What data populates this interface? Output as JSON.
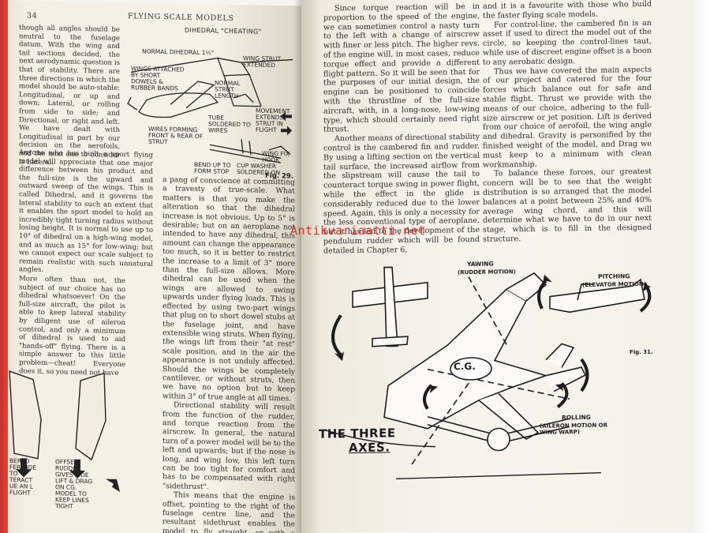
{
  "book": {
    "running_head": "FLYING SCALE MODELS",
    "page_number": "34"
  },
  "watermark": "Antikvariaatti.net",
  "left_page": {
    "col_a_top": "though all angles should be neutral to the fuselage datum. With the wing and tail sections decided, the next aerodynamic question is that of stability. There are three directions in which the model should be auto-stable: Longitudinal, or up and down; Lateral, or rolling from side to side; and Directional, or right and left. We have dealt with Longitudinal in part by our decision on the aerofoils, and the next one to consider is Lateral.",
    "col_a_mid": "Anyone who has built a sport flying model will appreciate that one major difference between his product and the full-size is the upward and outward sweep of the wings. This is called Dihedral, and it governs the lateral stability to such an extent that it enables the sport model to hold an incredibly tight turning radius without losing height. It is normal to use up to 10° of dihedral on a high-wing model, and as much as 15° for low-wing; but we cannot expect our scale subject to remain realistic with such unnatural angles.",
    "col_a_low": "More often than not, the subject of our choice has no dihedral whatsoever! On the full-size aircraft, the pilot is able to keep lateral stability by diligent use of aileron control, and only a minimum of dihedral is used to aid \"hands-off\" flying. There is a simple answer to this little problem—cheat! Everyone does it, so you need not have",
    "col_b": "a pang of conscience at committing a travesty of true-scale. What matters is that you make the alteration so that the dihedral increase is not obvious. Up to 5° is desirable; but on an aeroplane not intended to have any dihedral, this amount can change the appearance too much, so it is better to restrict the increase to a limit of 3° more than the full-size allows. More dihedral can be used when the wings are allowed to swing upwards under flying loads. This is effected by using two-part wings that plug on to short dowel stubs at the fuselage joint, and have extensible wing struts. When flying, the wings lift from their \"at rest\" scale position, and in the air the appearance is not unduly affected. Should the wings be completely cantilever, or without struts, then we have no option but to keep within 3° of true angle at all times.",
    "col_b_2": "Directional stability will result from the function of the rudder, and torque reaction from the airscrew. In general, the natural turn of a power model will be to the left and upwards; but if the nose is long, and wing low, this left turn can be too tight for comfort and has to be compensated with right \"sidethrust\".",
    "col_b_3": "This means that the engine is offset, pointing to the right of the fuselage centre line, and the resultant sidethrust enables the model to fly straight, or with a larger turn.",
    "fig29": {
      "title": "DIHEDRAL \"CHEATING\"",
      "label_normal": "NORMAL DIHEDRAL 1½°",
      "label_strut": "WING STRUT EXTENDED",
      "label_attached": "WINGS ATTACHED BY SHORT DOWELS & RUBBER BANDS",
      "label_normal_strut": "NORMAL STRUT LENGTH",
      "label_tube": "TUBE SOLDERED TO WIRES",
      "label_movement": "MOVEMENT EXTENDS STRUT IN FLIGHT",
      "label_wires": "WIRES FORMING FRONT & REAR OF STRUT",
      "label_bend": "BEND UP TO FORM STOP",
      "label_washer": "CUP WASHER SOLDERED ON",
      "label_hook": "WING FIX HOOK",
      "caption": "Fig. 29."
    },
    "fig30": {
      "label_rudder_left": "BERED FER SIDE TO TERACT UE AN L FLIGHT",
      "label_offset": "OFFSET RUDDER GIVES SIDE LIFT & DRAG ON CG. MODEL TO KEEP LINES TIGHT"
    }
  },
  "right_page": {
    "col_c": "Since torque reaction will be in proportion to the speed of the engine, we can sometimes control a nasty turn to the left with a change of airscrew with finer or less pitch. The higher revs. of the engine will, in most cases, reduce torque effect and provide a different flight pattern. So it will be seen that for the purposes of our initial design, the engine can be positioned to coincide with the thrustline of the full-size aircraft, with, in a long-nose, low-wing type, which should certainly need right thrust.",
    "col_c_2": "Another means of directional stability control is the cambered fin and rudder. By using a lifting section on the vertical tail surface, the increased airflow from the slipstream will cause the tail to counteract torque swing in power flight, while the effect in the glide is considerably reduced due to the lower speed. Again, this is only a necessity for the less conventional type of aeroplane, but it has led to the development of the pendulum rudder which will be found detailed in Chapter 6,",
    "col_d": "and it is a favourite with those who build the faster flying scale models.",
    "col_d_2": "For control-line, the cambered fin is an asset if used to direct the model out of the circle, so keeping the control-lines taut, while use of discreet engine offset is a boon to any aerobatic design.",
    "col_d_3": "Thus we have covered the main aspects of our project and catered for the four forces which balance out for safe and stable flight. Thrust we provide with the means of our choice, adhering to the full-size airscrew or jet position. Lift is derived from our choice of aerofoil, the wing angle and dihedral. Gravity is personified by the finished weight of the model, and Drag we must keep to a minimum with clean workmanship.",
    "col_d_4": "To balance these forces, our greatest concern will be to see that the weight distribution is so arranged that the model balances at a point between 25% and 40% average wing chord, and this will determine what we have to do in our next stage, which is to fill in the designed structure.",
    "fig31": {
      "yawing": "YAWING",
      "yawing_sub": "(RUDDER MOTION)",
      "pitching": "PITCHING",
      "pitching_sub": "(ELEVATOR MOTION)",
      "rolling": "ROLLING",
      "rolling_sub": "(AILERON MOTION OR WING WARP)",
      "cg": "C.G.",
      "title_line1": "THE THREE",
      "title_line2": "AXES.",
      "caption": "Fig. 31."
    }
  }
}
